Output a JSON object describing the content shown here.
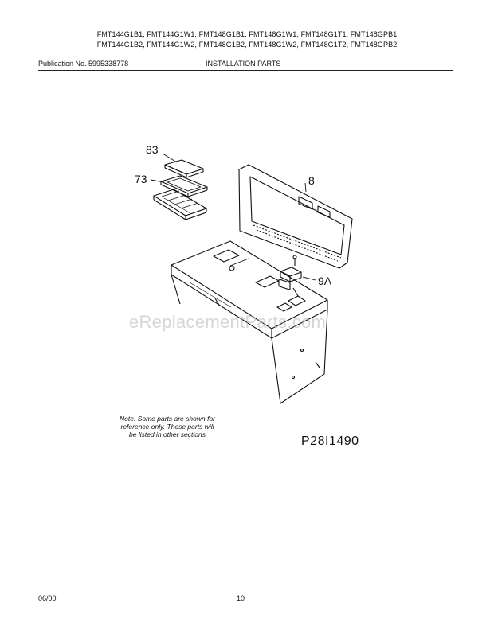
{
  "header": {
    "models_line1": "FMT144G1B1, FMT144G1W1, FMT148G1B1, FMT148G1W1, FMT148G1T1, FMT148GPB1",
    "models_line2": "FMT144G1B2, FMT144G1W2, FMT148G1B2, FMT148G1W2, FMT148G1T2, FMT148GPB2",
    "publication": "Publication No. 5995338778",
    "section_title": "INSTALLATION PARTS"
  },
  "callouts": {
    "c83": "83",
    "c73": "73",
    "c8": "8",
    "c9a": "9A"
  },
  "note": "Note: Some parts are shown for reference only. These parts will be listed in other sections",
  "diagram_id": "P28I1490",
  "watermark": "eReplacementParts.com",
  "footer": {
    "date": "06/00",
    "page": "10"
  }
}
